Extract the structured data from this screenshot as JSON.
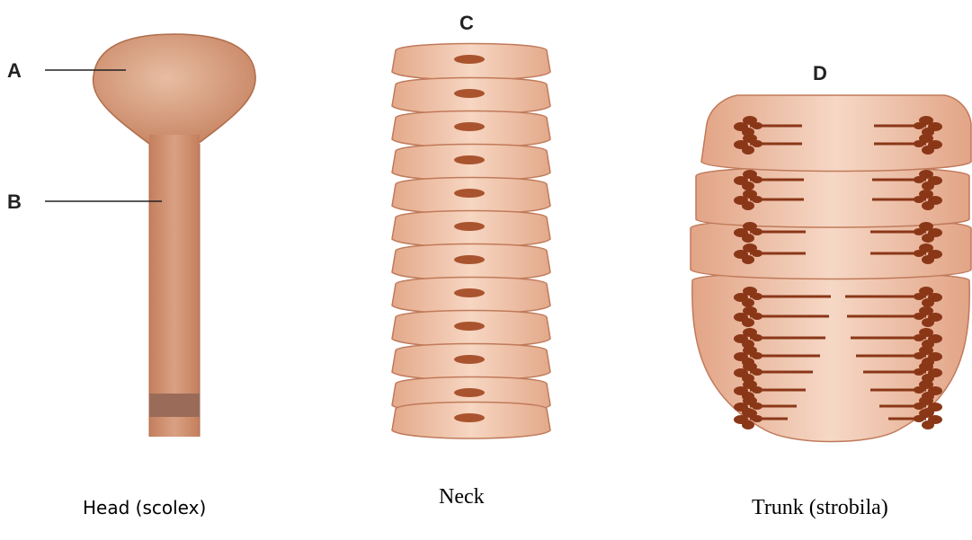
{
  "markers": {
    "a": "A",
    "b": "B",
    "c": "C",
    "d": "D"
  },
  "captions": {
    "head": "Head (scolex)",
    "neck": "Neck",
    "trunk": "Trunk (strobila)"
  },
  "colors": {
    "body": "#c98c6b",
    "body_light": "#e6b79d",
    "segment": "#f1c2a6",
    "segment_outline": "#c07a5a",
    "organ": "#8a3718",
    "band": "#9a6b58"
  }
}
